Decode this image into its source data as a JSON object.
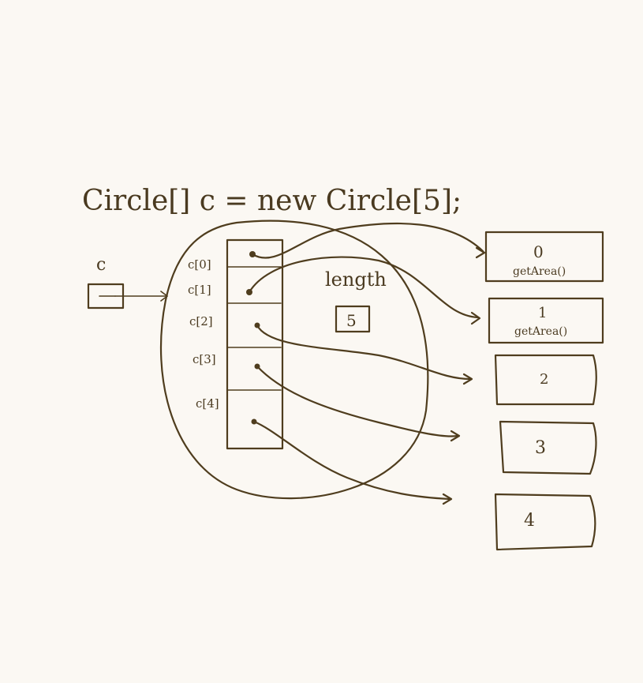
{
  "code_line": "Circle[] c = new Circle[5];",
  "variable": {
    "name": "c"
  },
  "array": {
    "slots": [
      "c[0]",
      "c[1]",
      "c[2]",
      "c[3]",
      "c[4]"
    ],
    "length_label": "length",
    "length_value": "5"
  },
  "objects": [
    {
      "index": "0",
      "method": "getArea()"
    },
    {
      "index": "1",
      "method": "getArea()"
    },
    {
      "index": "2",
      "method": ""
    },
    {
      "index": "3",
      "method": ""
    },
    {
      "index": "4",
      "method": ""
    }
  ]
}
